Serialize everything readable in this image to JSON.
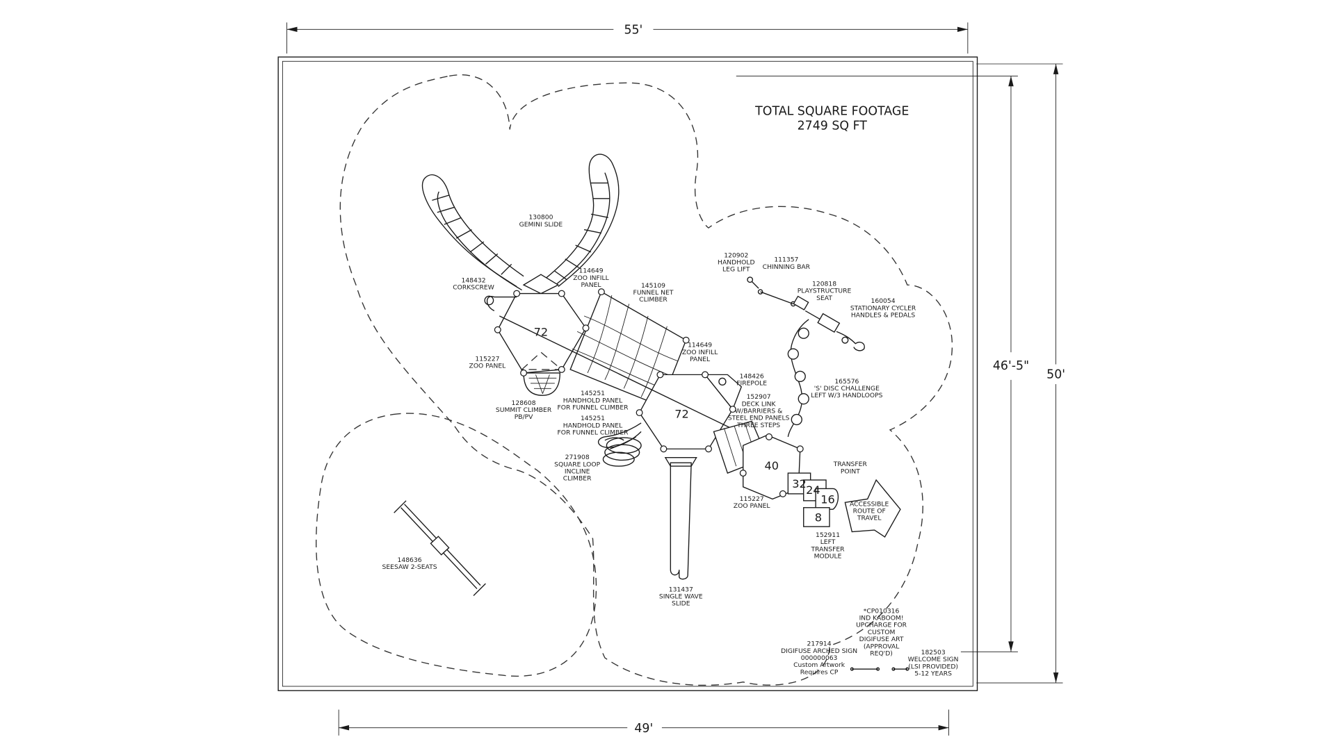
{
  "dimensions": {
    "top_width": "55'",
    "bottom_width": "49'",
    "right_inner_height": "46'-5\"",
    "right_outer_height": "50'"
  },
  "title": {
    "line1": "TOTAL SQUARE FOOTAGE",
    "line2": "2749 SQ FT"
  },
  "deck_heights": {
    "left_deck": "72",
    "center_deck": "72",
    "step_deck": "40",
    "transfer_a": "32",
    "transfer_b": "24",
    "transfer_c": "16",
    "transfer_d": "8"
  },
  "labels": {
    "gemini_slide": [
      "130800",
      "GEMINI SLIDE"
    ],
    "corkscrew": [
      "148432",
      "CORKSCREW"
    ],
    "zoo_infill_1": [
      "114649",
      "ZOO INFILL",
      "PANEL"
    ],
    "funnel_net": [
      "145109",
      "FUNNEL NET",
      "CLIMBER"
    ],
    "zoo_infill_2": [
      "114649",
      "ZOO INFILL",
      "PANEL"
    ],
    "zoo_panel_1": [
      "115227",
      "ZOO PANEL"
    ],
    "summit_climber": [
      "128608",
      "SUMMIT CLIMBER",
      "PB/PV"
    ],
    "handhold_1": [
      "145251",
      "HANDHOLD PANEL",
      "FOR FUNNEL CLIMBER"
    ],
    "handhold_2": [
      "145251",
      "HANDHOLD PANEL",
      "FOR FUNNEL CLIMBER"
    ],
    "square_loop": [
      "271908",
      "SQUARE LOOP",
      "INCLINE",
      "CLIMBER"
    ],
    "firepole": [
      "148426",
      "FIREPOLE"
    ],
    "deck_link": [
      "152907",
      "DECK LINK",
      "W/BARRIERS &",
      "STEEL END PANELS",
      "THREE STEPS"
    ],
    "zoo_panel_2": [
      "115227",
      "ZOO PANEL"
    ],
    "transfer_point": [
      "TRANSFER",
      "POINT"
    ],
    "accessible_route": [
      "ACCESSIBLE",
      "ROUTE OF",
      "TRAVEL"
    ],
    "left_transfer": [
      "152911",
      "LEFT",
      "TRANSFER",
      "MODULE"
    ],
    "single_wave": [
      "131437",
      "SINGLE WAVE",
      "SLIDE"
    ],
    "handhold_leg_lift": [
      "120902",
      "HANDHOLD",
      "LEG LIFT"
    ],
    "chinning_bar": [
      "111357",
      "CHINNING BAR"
    ],
    "playstructure_seat": [
      "120818",
      "PLAYSTRUCTURE",
      "SEAT"
    ],
    "stationary_cycler": [
      "160054",
      "STATIONARY CYCLER",
      "HANDLES & PEDALS"
    ],
    "s_disc": [
      "165576",
      "'S' DISC CHALLENGE",
      "LEFT W/3 HANDLOOPS"
    ],
    "seesaw": [
      "148636",
      "SEESAW 2-SEATS"
    ],
    "custom_note": [
      "*CP010316",
      "IND KABOOM!",
      "UPCHARGE FOR",
      "CUSTOM",
      "DIGIFUSE ART",
      "(APPROVAL",
      "REQ'D)"
    ],
    "arched_sign": [
      "217914",
      "DIGIFUSE ARCHED SIGN",
      "000000063",
      "Custom Artwork",
      "Requires CP"
    ],
    "welcome_sign": [
      "182503",
      "WELCOME SIGN",
      "(LSI PROVIDED)",
      "5-12 YEARS"
    ]
  }
}
